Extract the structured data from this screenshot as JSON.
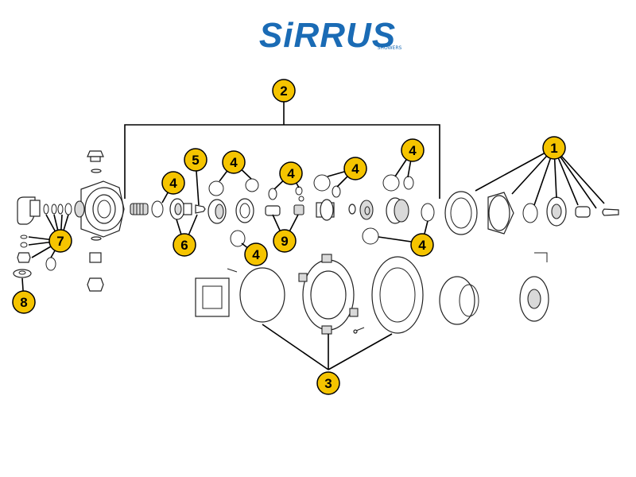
{
  "brand": {
    "name": "SiRRUS",
    "tagline": "SHOWERS",
    "color": "#1a6bb5"
  },
  "badge_color": "#f5c400",
  "callouts": [
    {
      "id": "c1",
      "label": "1"
    },
    {
      "id": "c2",
      "label": "2"
    },
    {
      "id": "c3",
      "label": "3"
    },
    {
      "id": "c4a",
      "label": "4"
    },
    {
      "id": "c4b",
      "label": "4"
    },
    {
      "id": "c4c",
      "label": "4"
    },
    {
      "id": "c4d",
      "label": "4"
    },
    {
      "id": "c4e",
      "label": "4"
    },
    {
      "id": "c4f",
      "label": "4"
    },
    {
      "id": "c4g",
      "label": "4"
    },
    {
      "id": "c5",
      "label": "5"
    },
    {
      "id": "c6",
      "label": "6"
    },
    {
      "id": "c7",
      "label": "7"
    },
    {
      "id": "c8",
      "label": "8"
    },
    {
      "id": "c9",
      "label": "9"
    }
  ]
}
